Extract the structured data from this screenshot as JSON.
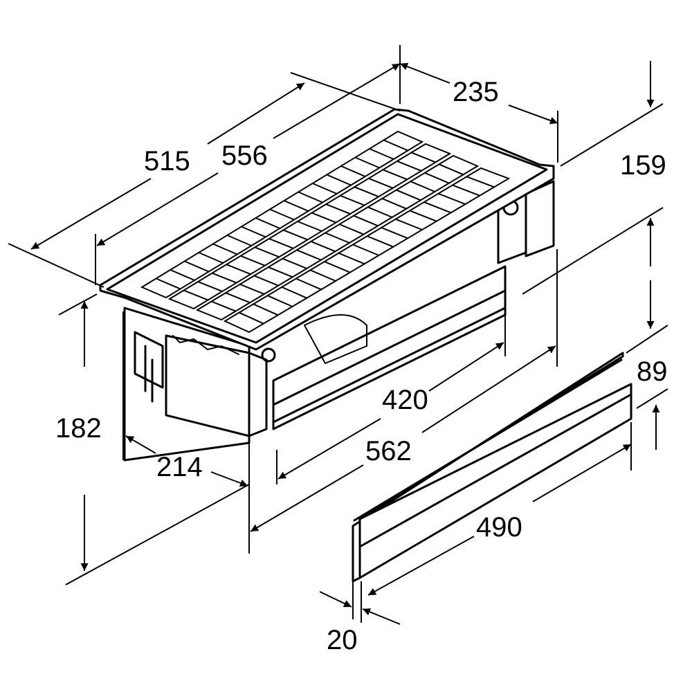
{
  "dimensions": {
    "d515": "515",
    "d556": "556",
    "d235": "235",
    "d159": "159",
    "d182": "182",
    "d214": "214",
    "d420": "420",
    "d562": "562",
    "d89": "89",
    "d490": "490",
    "d20": "20"
  }
}
